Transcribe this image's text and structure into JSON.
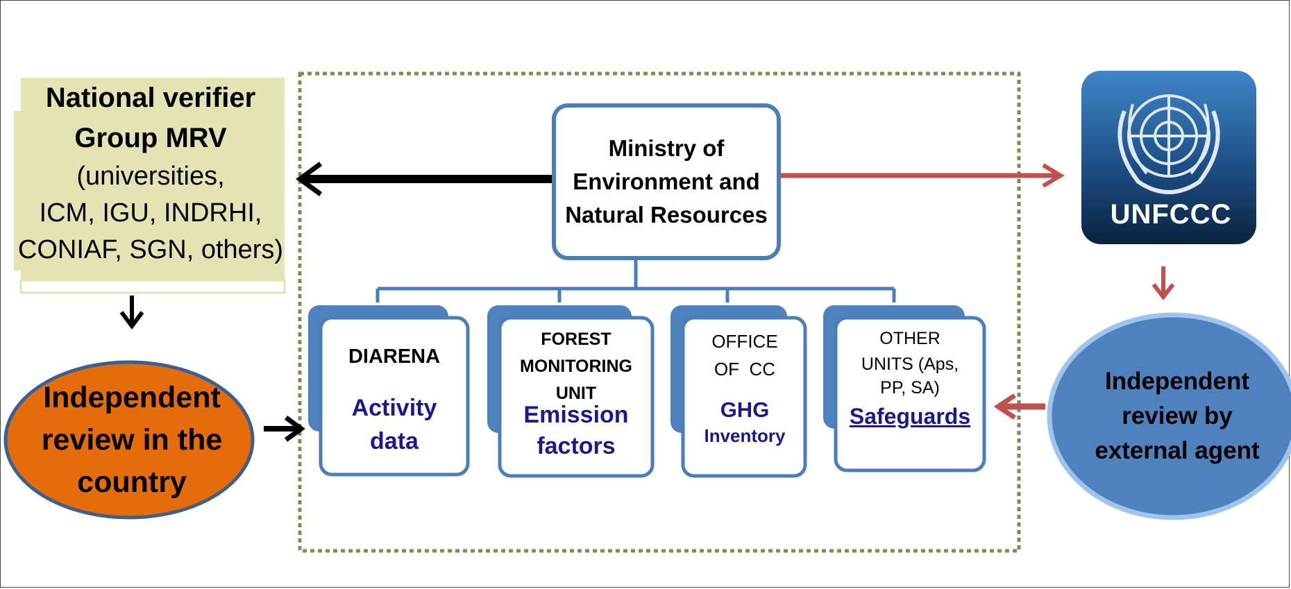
{
  "verifier": {
    "title_line1": "National verifier",
    "title_line2": "Group MRV",
    "members_line1": "(universities,",
    "members_line2": "ICM, IGU, INDRHI,",
    "members_line3": "CONIAF, SGN, others)"
  },
  "ministry": {
    "line1": "Ministry of",
    "line2": "Environment and",
    "line3": "Natural Resources"
  },
  "units": [
    {
      "name_lines": [
        "DIARENA"
      ],
      "sub_lines": [
        "Activity",
        "data"
      ]
    },
    {
      "name_lines": [
        "FOREST",
        "MONITORING",
        "UNIT"
      ],
      "sub_lines": [
        "Emission",
        "factors"
      ]
    },
    {
      "name_lines": [
        "OFFICE",
        "OF  CC"
      ],
      "sub_lines": [
        "GHG",
        "Inventory"
      ]
    },
    {
      "name_lines": [
        "OTHER",
        "UNITS (Aps,",
        "PP, SA)"
      ],
      "sub_lines": [
        "Safeguards"
      ]
    }
  ],
  "independent_country": {
    "line1": "Independent",
    "line2": "review in the",
    "line3": "country"
  },
  "independent_external": {
    "line1": "Independent",
    "line2": "review by",
    "line3": "external agent"
  },
  "logo": {
    "text": "UNFCCC",
    "icon": "un-emblem-icon"
  },
  "colors": {
    "verifier_fill": "#e3e3b4",
    "ministry_border": "#4a7ebb",
    "unit_border": "#4a7ebb",
    "unit_shadow": "#4f81bd",
    "dotted_frame": "#8b8655",
    "orange_oval": "#e46c0a",
    "blue_oval": "#4f81bd",
    "red_arrow": "#c0504d",
    "black_arrow": "#000000",
    "sub_text": "#1a1a8c"
  }
}
